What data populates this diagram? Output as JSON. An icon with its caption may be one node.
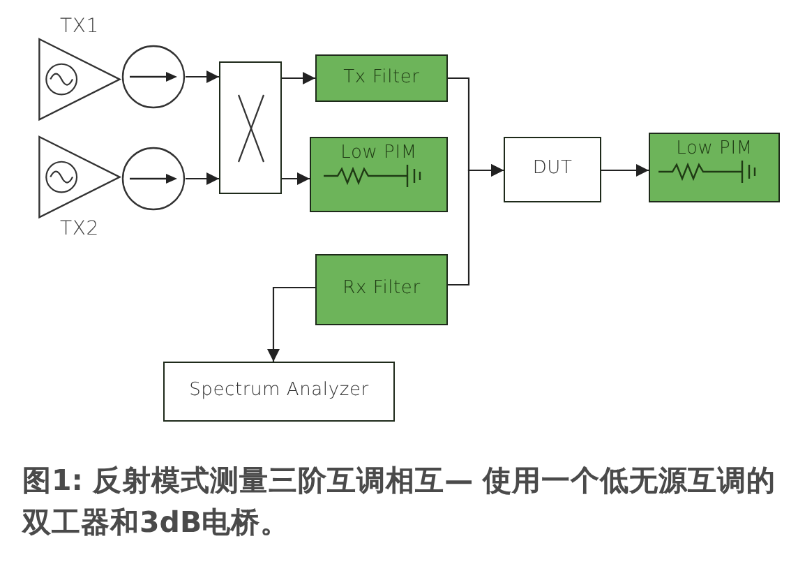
{
  "diagram": {
    "caption": "图1: 反射模式测量三阶互调相互— 使用一个低无源互调的双工器和3dB电桥。",
    "nodes": [
      {
        "text": [
          "TX1"
        ]
      },
      {
        "text": [],
        "shape": "circle"
      },
      {
        "text": [
          "TX2"
        ]
      },
      {
        "text": [],
        "shape": "circle"
      },
      {
        "text": [],
        "shape": "box"
      },
      {
        "text": [
          "Tx Filter"
        ]
      },
      {
        "text": [
          "Low PIM"
        ]
      },
      {
        "text": [
          "DUT"
        ]
      },
      {
        "text": [
          "Low PIM"
        ]
      },
      {
        "text": [
          "Rx Filter"
        ]
      },
      {
        "text": [
          "Spectrum Analyzer"
        ]
      }
    ],
    "edges": [
      {
        "from": 1,
        "to": 4,
        "arrow": "to"
      },
      {
        "from": 3,
        "to": 4,
        "arrow": "to"
      },
      {
        "from": 4,
        "to": 5,
        "arrow": "to"
      },
      {
        "from": 4,
        "to": 6,
        "arrow": "to"
      },
      {
        "from": 5,
        "to": 7,
        "arrow": "to"
      },
      {
        "from": 9,
        "to": 7,
        "arrow": "to"
      },
      {
        "from": 7,
        "to": 8,
        "arrow": "to"
      },
      {
        "from": 9,
        "to": 10,
        "arrow": "to"
      }
    ]
  }
}
